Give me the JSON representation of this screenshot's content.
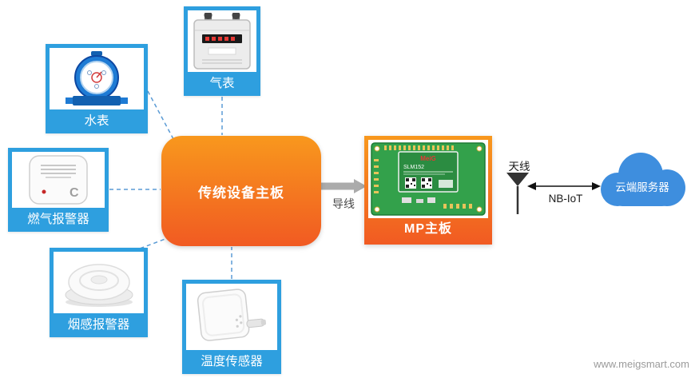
{
  "devices": {
    "water_meter": {
      "label": "水表"
    },
    "gas_meter": {
      "label": "气表"
    },
    "gas_alarm": {
      "label": "燃气报警器"
    },
    "smoke_alarm": {
      "label": "烟感报警器"
    },
    "temp_sensor": {
      "label": "温度传感器"
    }
  },
  "main_board": {
    "label": "传统设备主板"
  },
  "wire": {
    "label": "导线"
  },
  "mp_board": {
    "label": "MP主板",
    "module_brand": "MeiG",
    "module_model": "SLM152"
  },
  "antenna": {
    "label": "天线"
  },
  "link": {
    "label": "NB-IoT"
  },
  "cloud": {
    "label": "云端服务器"
  },
  "footer": {
    "watermark": "www.meigsmart.com"
  },
  "colors": {
    "orange": "#F15A22",
    "device_blue": "#2E9FDF",
    "cloud_blue": "#3E8EDE",
    "dashed_line": "#5B9BD5",
    "pcb_green": "#33A14B"
  }
}
